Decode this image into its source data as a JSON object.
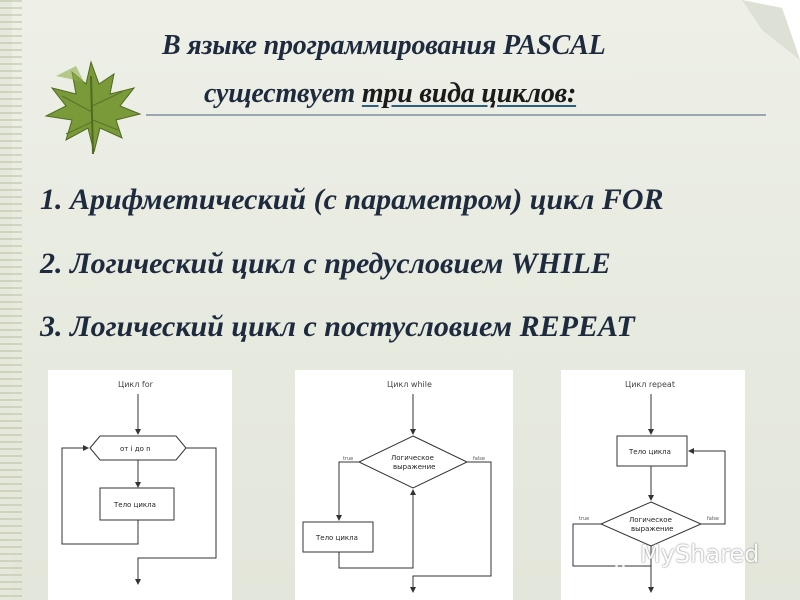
{
  "slide": {
    "title_line1": "В языке программирования PASCAL",
    "title_line2_prefix": "существует ",
    "title_line2_highlight": "три вида циклов:",
    "items": [
      {
        "number": "1.",
        "text": "Арифметический (с параметром) цикл FOR"
      },
      {
        "number": "2.",
        "text": "Логический цикл с предусловием WHILE"
      },
      {
        "number": "3.",
        "text": "Логический цикл с постусловием REPEAT"
      }
    ],
    "accent_colors": {
      "text": "#1e2a3e",
      "paper": "#e7eadf",
      "leaf": "#7a9a3a"
    }
  },
  "diagrams": {
    "for": {
      "title": "Цикл for",
      "header": "от i до n",
      "body": "Тело цикла"
    },
    "while": {
      "title": "Цикл while",
      "condition_line1": "Логическое",
      "condition_line2": "выражение",
      "true_label": "true",
      "false_label": "false",
      "body": "Тело цикла"
    },
    "repeat": {
      "title": "Цикл repeat",
      "body": "Тело цикла",
      "condition_line1": "Логическое",
      "condition_line2": "выражение",
      "true_label": "true",
      "false_label": "false"
    }
  },
  "watermark": {
    "text": "MyShared",
    "icon": "presentation-board-icon"
  }
}
